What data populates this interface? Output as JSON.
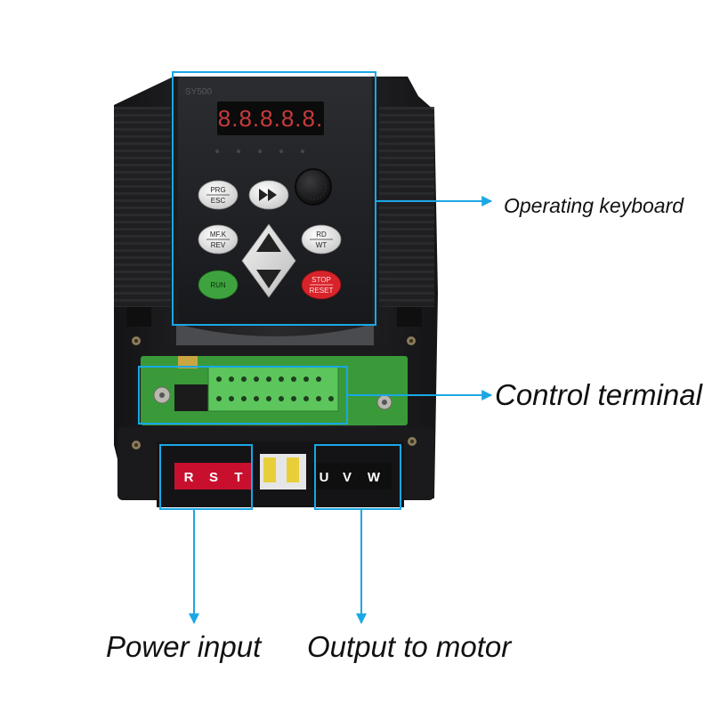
{
  "device": {
    "brand_mark": "SY500",
    "display_digits": "8.8.8.8.8.",
    "keys": [
      {
        "top": "PRG",
        "bottom": "ESC"
      },
      {
        "top": "MF.K",
        "bottom": "REV"
      },
      {
        "top": "RD",
        "bottom": "WT"
      },
      {
        "label": "RUN"
      },
      {
        "top": "STOP",
        "bottom": "RESET"
      }
    ],
    "terminal_letters": [
      "R",
      "S",
      "T",
      "U",
      "V",
      "W"
    ]
  },
  "callouts": {
    "operating_keyboard": "Operating keyboard",
    "control_terminal": "Control terminal",
    "power_input": "Power input",
    "output_to_motor": "Output to motor"
  },
  "colors": {
    "callout_line": "#1aa7e6",
    "device_body": "#1e1e20",
    "control_board": "#3a9a3a",
    "run_key": "#3ea33e",
    "stop_key": "#d8232a",
    "phase_red": "#c8102e"
  }
}
